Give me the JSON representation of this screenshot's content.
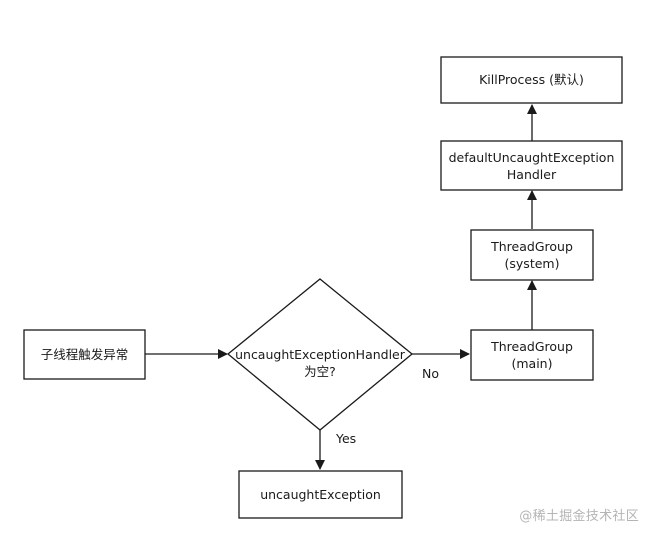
{
  "diagram": {
    "nodes": {
      "thread_exception": {
        "line1": "子线程触发异常"
      },
      "decision": {
        "line1": "uncaughtExceptionHandler",
        "line2": "为空?"
      },
      "uncaught_exception": {
        "line1": "uncaughtException"
      },
      "thread_group_main": {
        "line1": "ThreadGroup",
        "line2": "(main)"
      },
      "thread_group_system": {
        "line1": "ThreadGroup",
        "line2": "(system)"
      },
      "default_handler": {
        "line1": "defaultUncaughtException",
        "line2": "Handler"
      },
      "kill_process": {
        "line1": "KillProcess (默认)"
      }
    },
    "edges": {
      "no_label": "No",
      "yes_label": "Yes"
    }
  },
  "watermark": "@稀土掘金技术社区",
  "colors": {
    "stroke": "#1a1a1a",
    "text": "#1a1a1a",
    "watermark": "#b4b4b4",
    "background": "#ffffff"
  }
}
